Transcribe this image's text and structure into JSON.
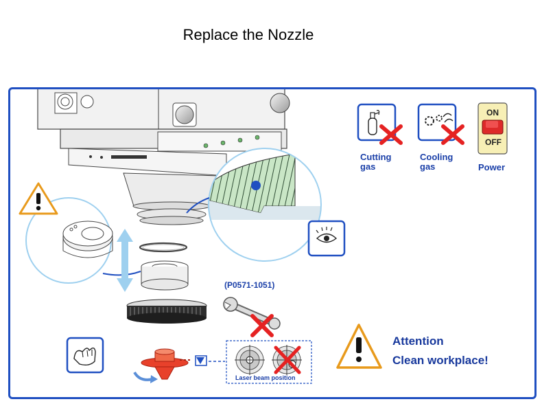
{
  "title": "Replace the Nozzle",
  "icons": {
    "cutting_gas": "Cutting gas",
    "cooling_gas": "Cooling gas",
    "power": "Power",
    "switch_on": "ON",
    "switch_off": "OFF"
  },
  "part_number": "(P0571-1051)",
  "laser_beam_position": "Laser beam position",
  "attention": {
    "line1": "Attention",
    "line2": "Clean workplace!"
  },
  "colors": {
    "frame": "#1f4fc1",
    "label": "#1a3fa8",
    "cross": "#e52222",
    "callout": "#9ed0ef"
  }
}
